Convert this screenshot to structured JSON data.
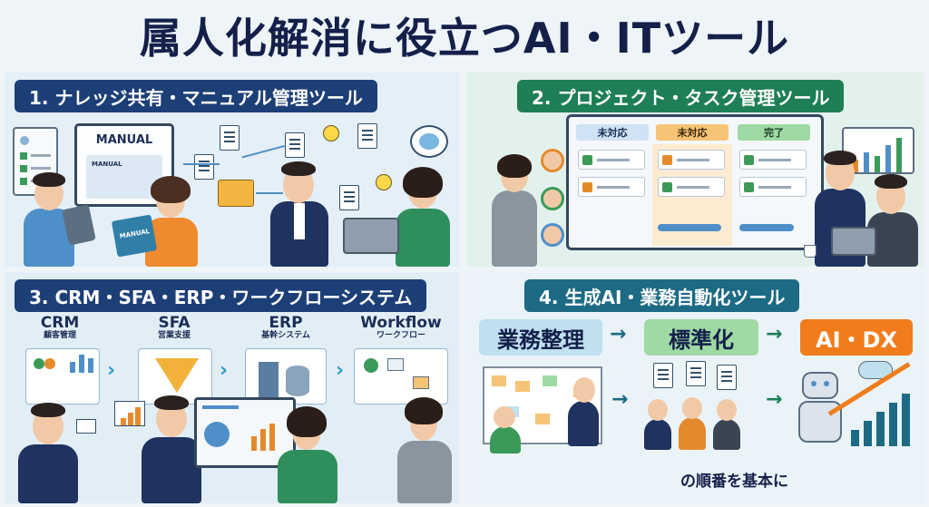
{
  "title": "属人化解消に役立つAI・ITツール",
  "panels": {
    "p1": {
      "heading": "1. ナレッジ共有・マニュアル管理ツール",
      "manual_label": "MANUAL",
      "manual_label_small": "MANUAL",
      "manual_tablet_label": "MANUAL"
    },
    "p2": {
      "heading": "2. プロジェクト・タスク管理ツール",
      "columns": [
        "未対応",
        "未対応",
        "完了"
      ]
    },
    "p3": {
      "heading": "3. CRM・SFA・ERP・ワークフローシステム",
      "systems": [
        {
          "name": "CRM",
          "sub": "顧客管理"
        },
        {
          "name": "SFA",
          "sub": "営業支援"
        },
        {
          "name": "ERP",
          "sub": "基幹システム"
        },
        {
          "name": "Workflow",
          "sub": "ワークフロー"
        }
      ]
    },
    "p4": {
      "heading": "4. 生成AI・業務自動化ツール",
      "steps": [
        "業務整理",
        "標準化",
        "AI・DX"
      ],
      "caption": "の順番を基本に"
    }
  },
  "colors": {
    "navy": "#1d3f78",
    "green": "#1e7e56",
    "teal": "#1c6a84",
    "orange": "#f07c1c",
    "light_green": "#9fd9a4",
    "light_blue": "#bfe0ef"
  }
}
